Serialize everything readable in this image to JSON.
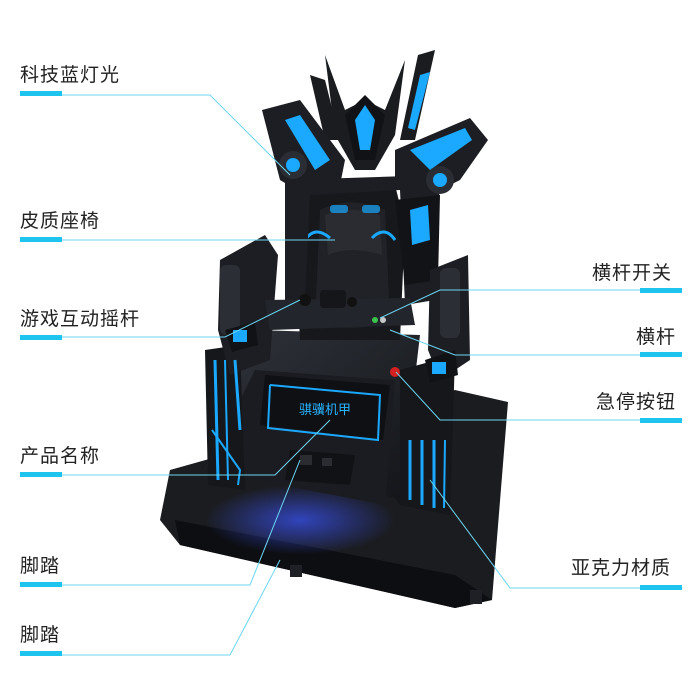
{
  "labels": {
    "left": [
      "科技蓝灯光",
      "皮质座椅",
      "游戏互动摇杆",
      "产品名称",
      "脚踏",
      "脚踏"
    ],
    "right": [
      "横杆开关",
      "横杆",
      "急停按钮",
      "亚克力材质"
    ]
  },
  "product_logo": {
    "line1": "骐骥机甲"
  },
  "colors": {
    "accent": "#1ec3ee",
    "body": "#1b1d22",
    "glow": "#1aa9ff",
    "text": "#222222"
  }
}
